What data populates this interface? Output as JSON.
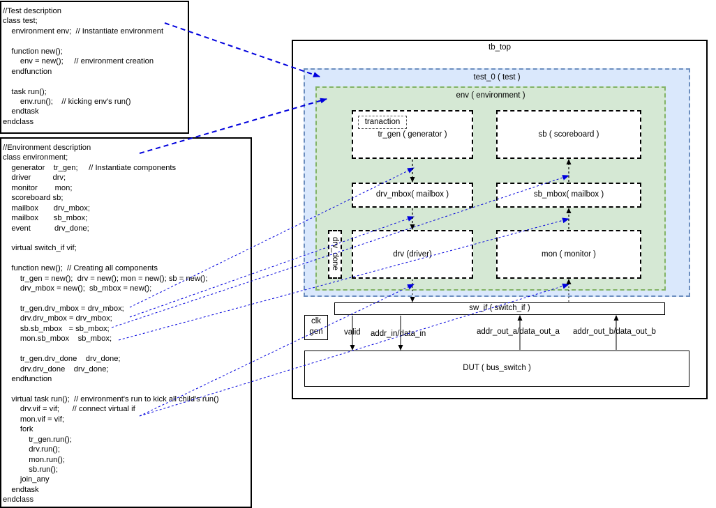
{
  "code_blocks": {
    "test": {
      "lines": [
        "//Test description",
        "class test;",
        "    environment env;  // Instantiate environment",
        "",
        "    function new();",
        "        env = new();     // environment creation",
        "    endfunction",
        "",
        "    task run();",
        "        env.run();    // kicking env's run()",
        "    endtask",
        "endclass"
      ]
    },
    "environment": {
      "lines": [
        "//Environment description",
        "class environment;",
        "    generator    tr_gen;     // Instantiate components",
        "    driver          drv;",
        "    monitor        mon;",
        "    scoreboard sb;",
        "    mailbox       drv_mbox;",
        "    mailbox       sb_mbox;",
        "    event           drv_done;",
        "",
        "    virtual switch_if vif;",
        "",
        "    function new();  // Creating all components",
        "        tr_gen = new();  drv = new(); mon = new(); sb = new();",
        "        drv_mbox = new();  sb_mbox = new();",
        "",
        "        tr_gen.drv_mbox = drv_mbox;",
        "        drv.drv_mbox = drv_mbox;",
        "        sb.sb_mbox   = sb_mbox;",
        "        mon.sb_mbox    sb_mbox;",
        "",
        "        tr_gen.drv_done    drv_done;",
        "        drv.drv_done    drv_done;",
        "    endfunction",
        "",
        "    virtual task run();  // environment's run to kick all child's run()",
        "        drv.vif = vif;      // connect virtual if",
        "        mon.vif = vif;",
        "        fork",
        "            tr_gen.run();",
        "            drv.run();",
        "            mon.run();",
        "            sb.run();",
        "        join_any",
        "    endtask",
        "endclass"
      ]
    }
  },
  "diagram": {
    "tb_top_label": "tb_top",
    "test_label": "test_0 ( test )",
    "env_label": "env ( environment )",
    "transaction_label": "tranaction",
    "generator_label": "tr_gen ( generator )",
    "scoreboard_label": "sb ( scoreboard )",
    "drv_mbox_label": "drv_mbox( mailbox )",
    "sb_mbox_label": "sb_mbox( mailbox )",
    "drv_done_label": "drv_done",
    "driver_label": "drv (driver)",
    "monitor_label": "mon ( monitor )",
    "switch_if_label": "sw_if ( switch_if )",
    "clkgen_line1": "clk",
    "clkgen_line2": "gen",
    "signal_valid": "valid",
    "signal_addr_in": "addr_in/data_in",
    "signal_addr_out_a": "addr_out_a/data_out_a",
    "signal_addr_out_b": "addr_out_b/data_out_b",
    "dut_label": "DUT ( bus_switch )"
  },
  "colors": {
    "test_fill": "#dae8fc",
    "test_border": "#6c8ebf",
    "env_fill": "#d5e8d4",
    "env_border": "#82b366",
    "arrow_blue": "#0000dd"
  }
}
